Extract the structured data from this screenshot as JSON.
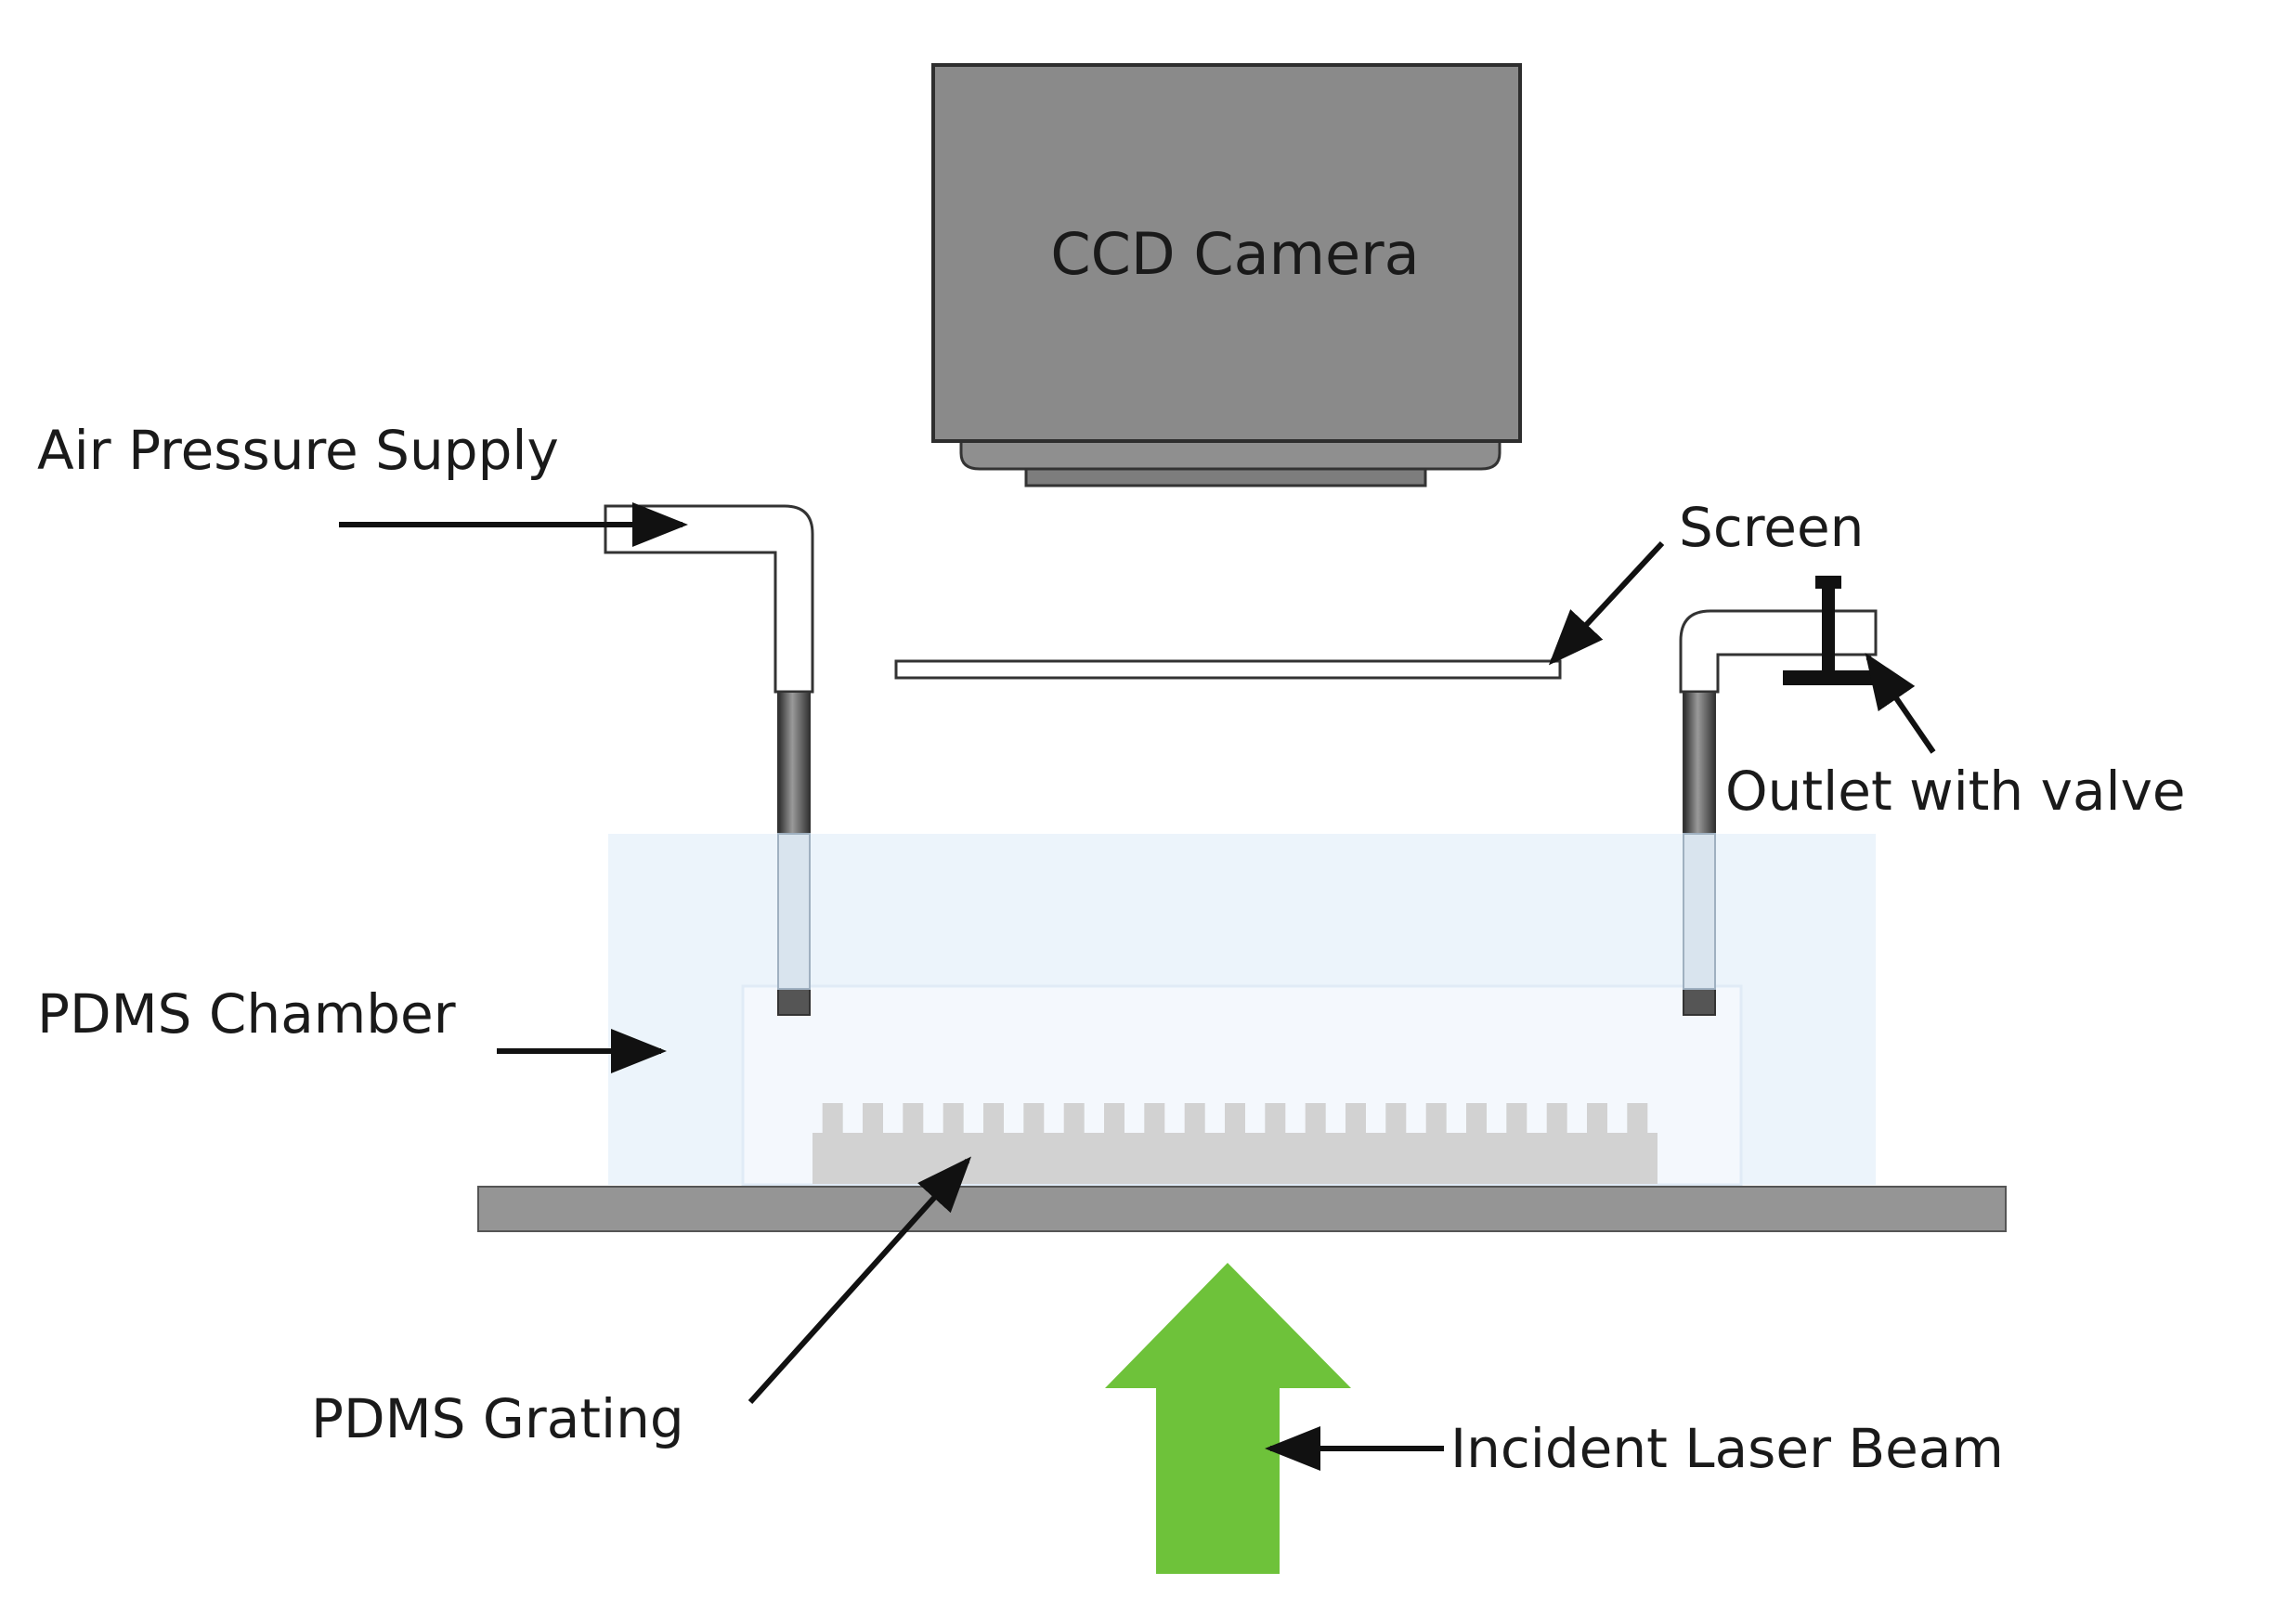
{
  "labels": {
    "camera": "CCD Camera",
    "air_supply": "Air Pressure Supply",
    "screen": "Screen",
    "outlet": "Outlet with valve",
    "chamber": "PDMS Chamber",
    "grating": "PDMS Grating",
    "laser": "Incident Laser Beam"
  },
  "colors": {
    "camera_body": "#8a8a8a",
    "substrate": "#959595",
    "chamber": "#eaf3fb",
    "grating": "#d2d2d2",
    "laser": "#6ec23a",
    "arrow": "#111111"
  }
}
